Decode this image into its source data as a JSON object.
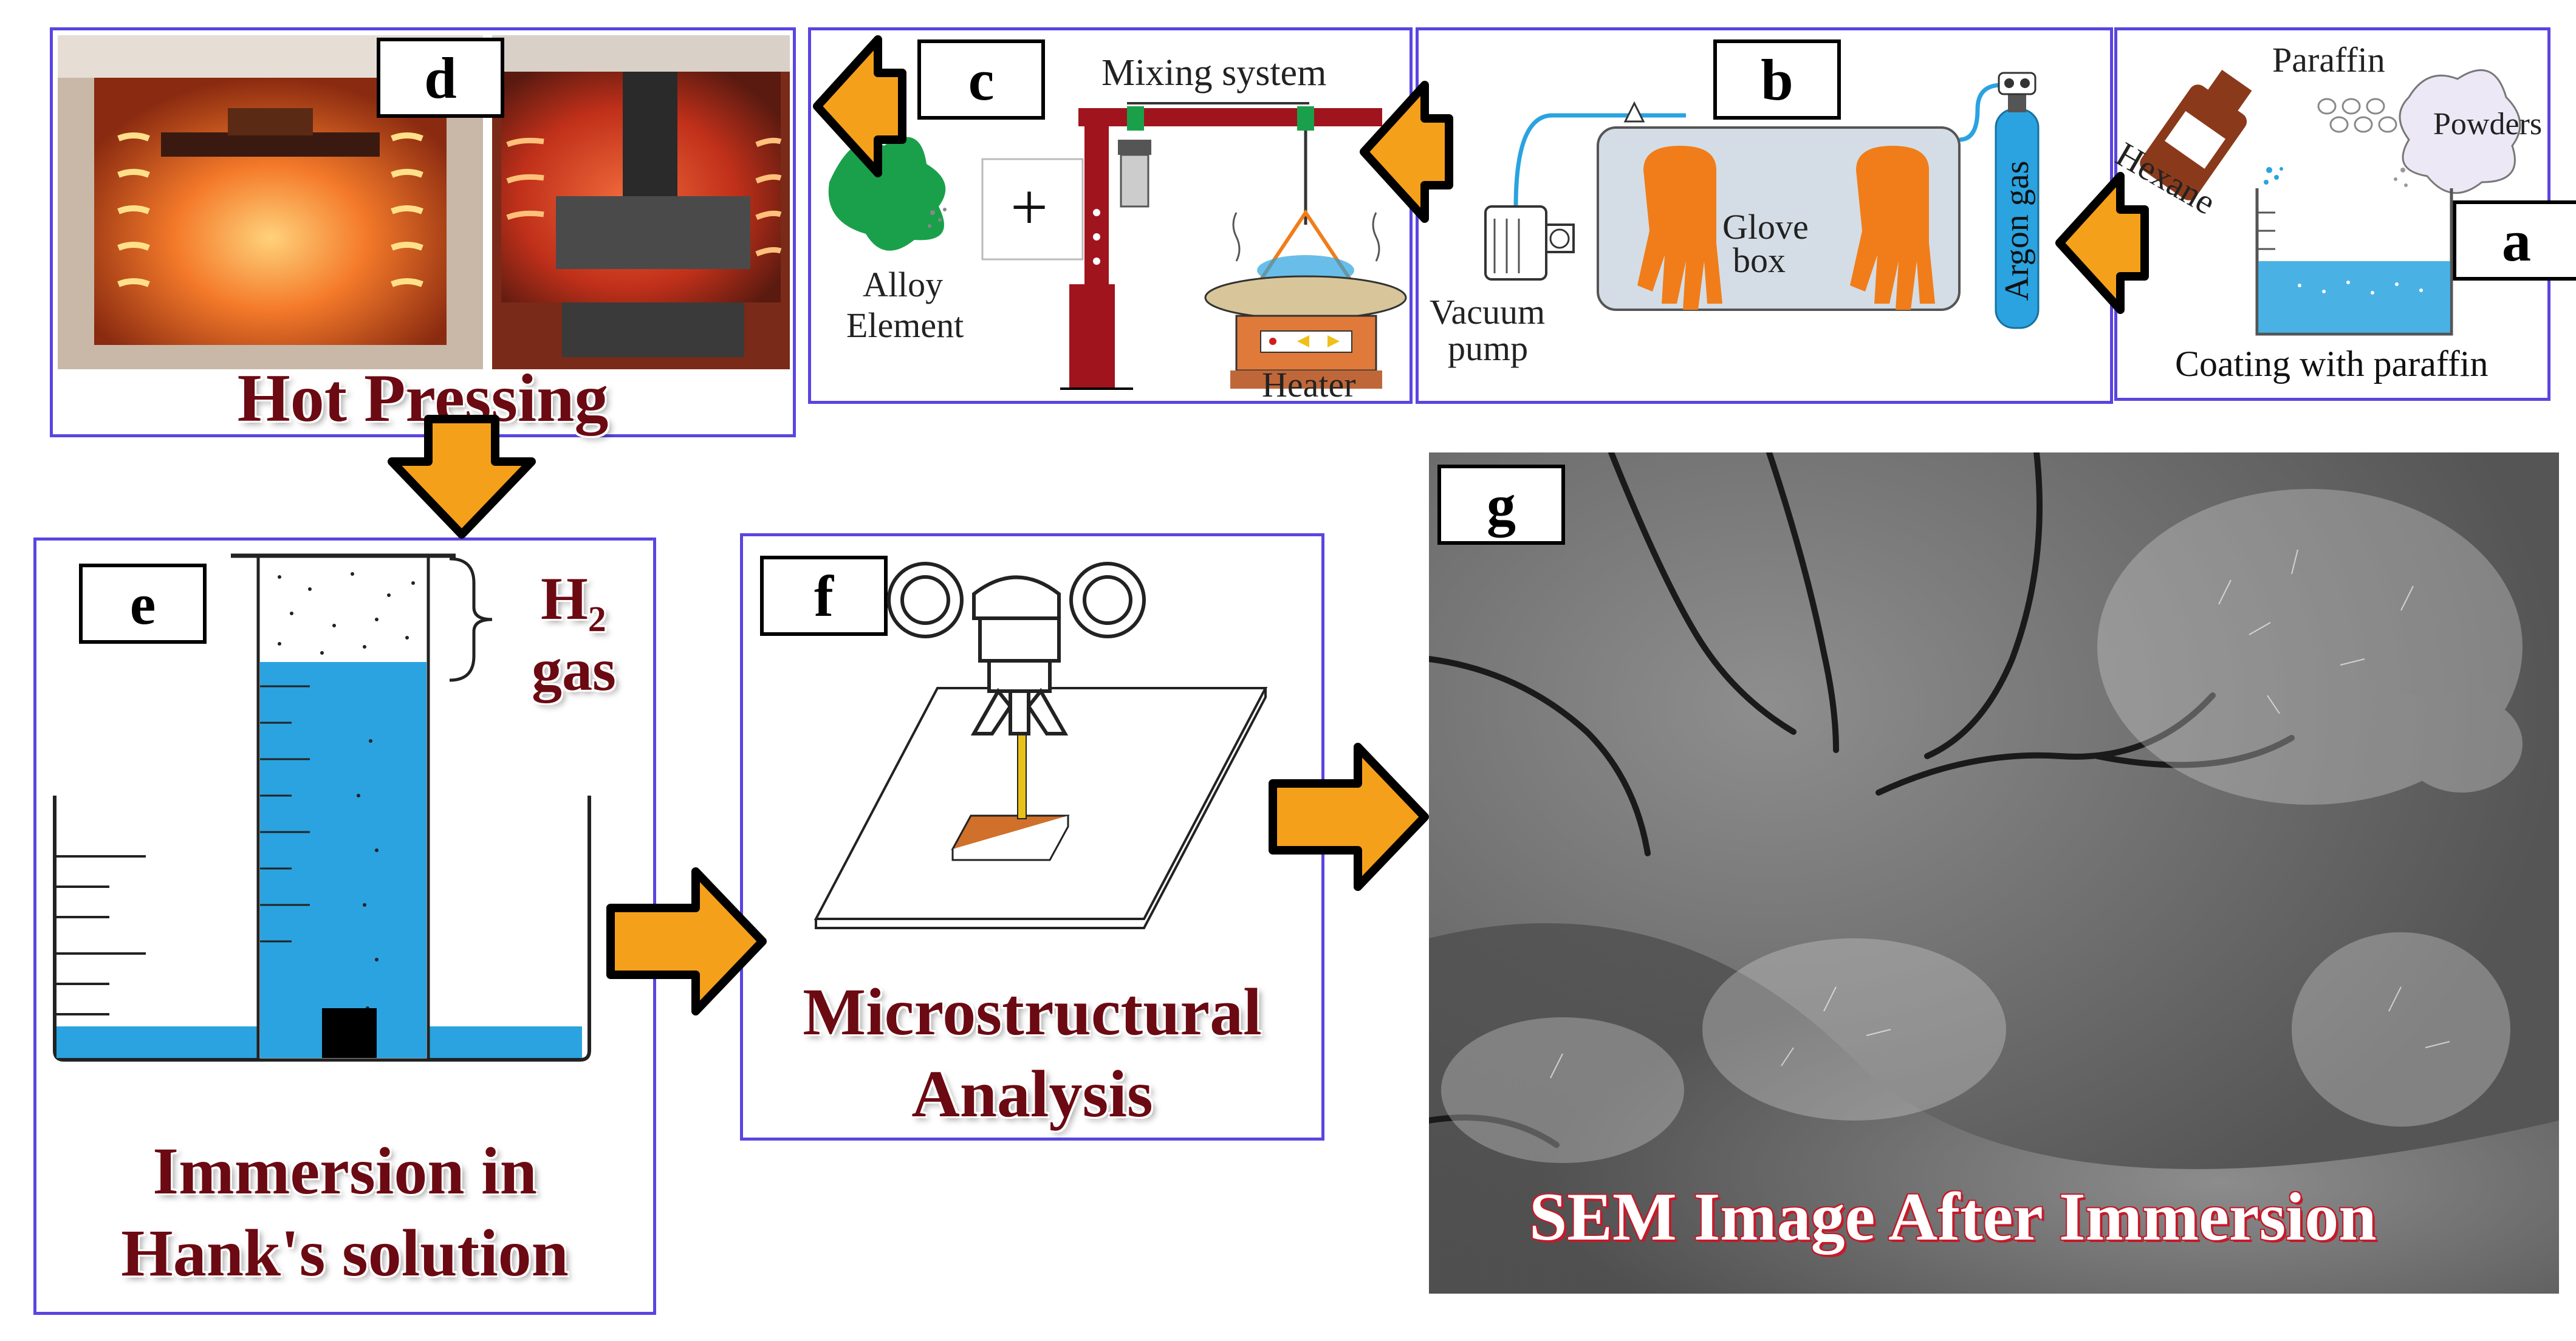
{
  "panels": {
    "a": {
      "letter": "a",
      "labels": {
        "paraffin": "Paraffin",
        "hexane": "Hexane",
        "powders": "Powders",
        "caption": "Coating with paraffin"
      }
    },
    "b": {
      "letter": "b",
      "labels": {
        "vacuum_line1": "Vacuum",
        "vacuum_line2": "pump",
        "glove_line1": "Glove",
        "glove_line2": "box",
        "argon": "Argon gas"
      }
    },
    "c": {
      "letter": "c",
      "labels": {
        "mixing": "Mixing system",
        "alloy_line1": "Alloy",
        "alloy_line2": "Element",
        "plus": "+",
        "heater": "Heater"
      }
    },
    "d": {
      "letter": "d",
      "title": "Hot Pressing"
    },
    "e": {
      "letter": "e",
      "h2": "H₂",
      "gas": "gas",
      "title_line1": "Immersion in",
      "title_line2": "Hank's solution"
    },
    "f": {
      "letter": "f",
      "title_line1": "Microstructural",
      "title_line2": "Analysis"
    },
    "g": {
      "letter": "g",
      "caption": "SEM Image  After Immersion"
    }
  },
  "colors": {
    "panel_border": "#5a45e0",
    "arrow_fill": "#f5a01a",
    "arrow_stroke": "#000000",
    "title_red": "#6b0a12",
    "water_blue": "#2aa3e0",
    "glove_orange": "#f07d1a",
    "alloy_green": "#1aa04a",
    "mixer_red": "#a0141e"
  }
}
